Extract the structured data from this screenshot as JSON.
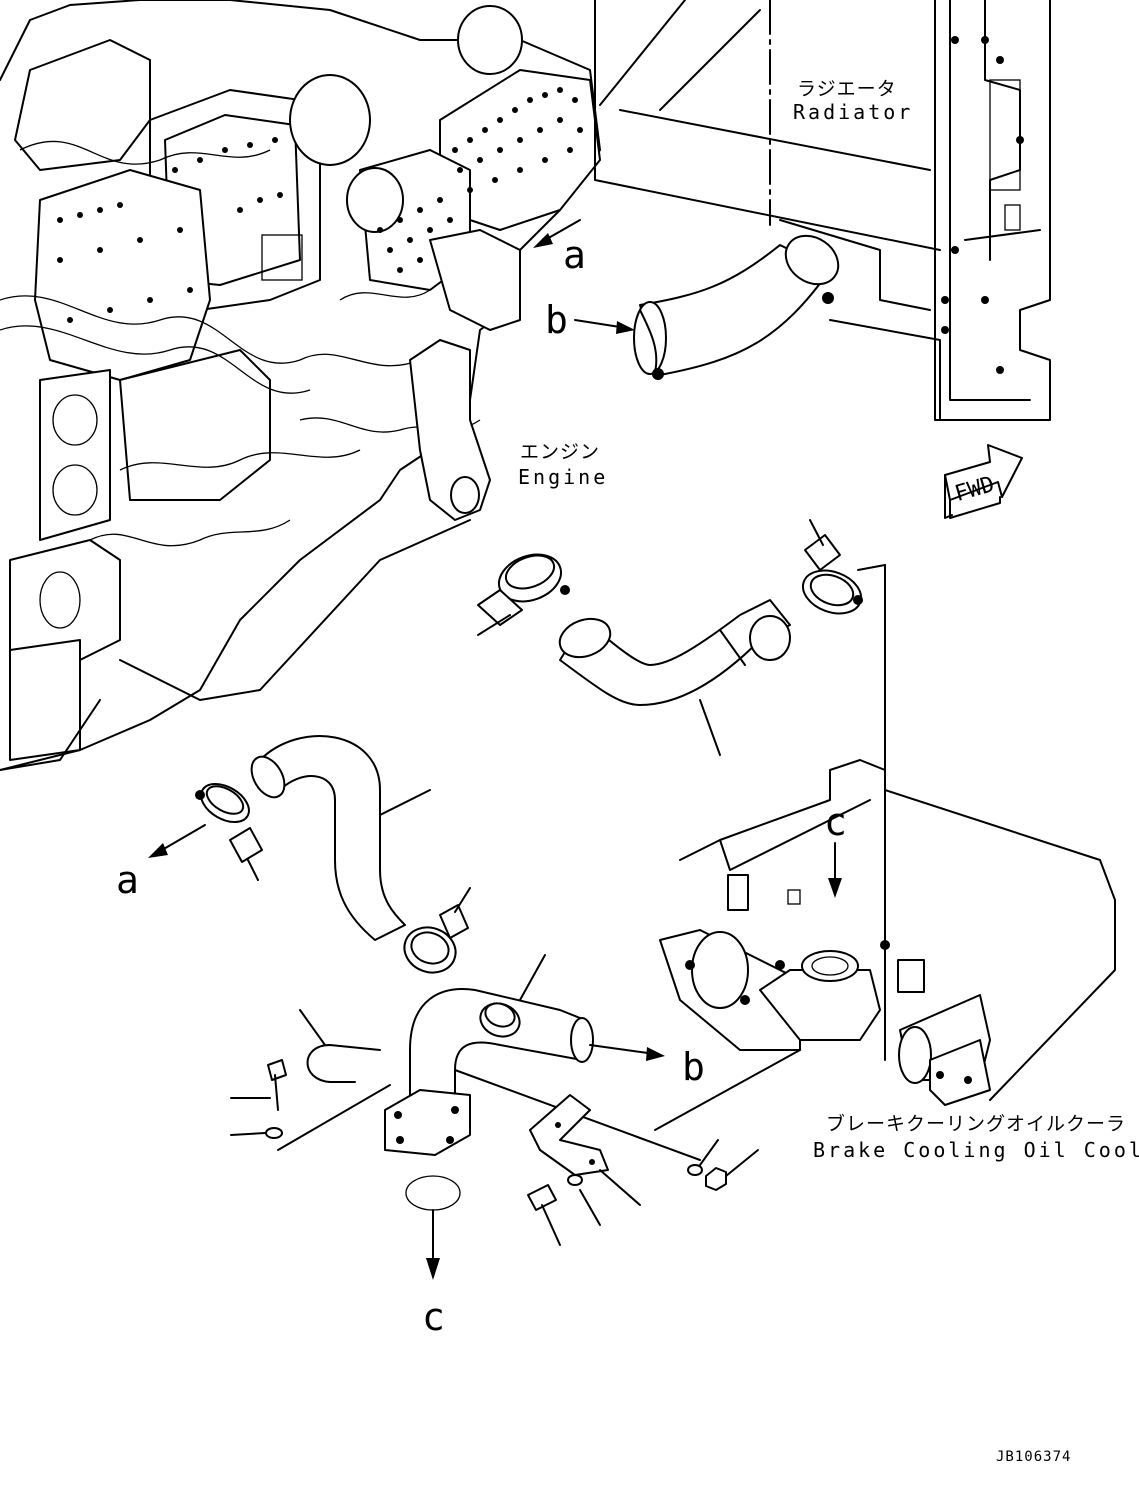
{
  "labels": {
    "radiator_jp": "ラジエータ",
    "radiator_en": "Radiator",
    "engine_jp": "エンジン",
    "engine_en": "Engine",
    "cooler_jp": "ブレーキクーリングオイルクーラ",
    "cooler_en": "Brake Cooling Oil Cooler",
    "fwd": "FWD",
    "ref_a": "a",
    "ref_b": "b",
    "ref_c": "c",
    "drawing_code": "JB106374"
  }
}
